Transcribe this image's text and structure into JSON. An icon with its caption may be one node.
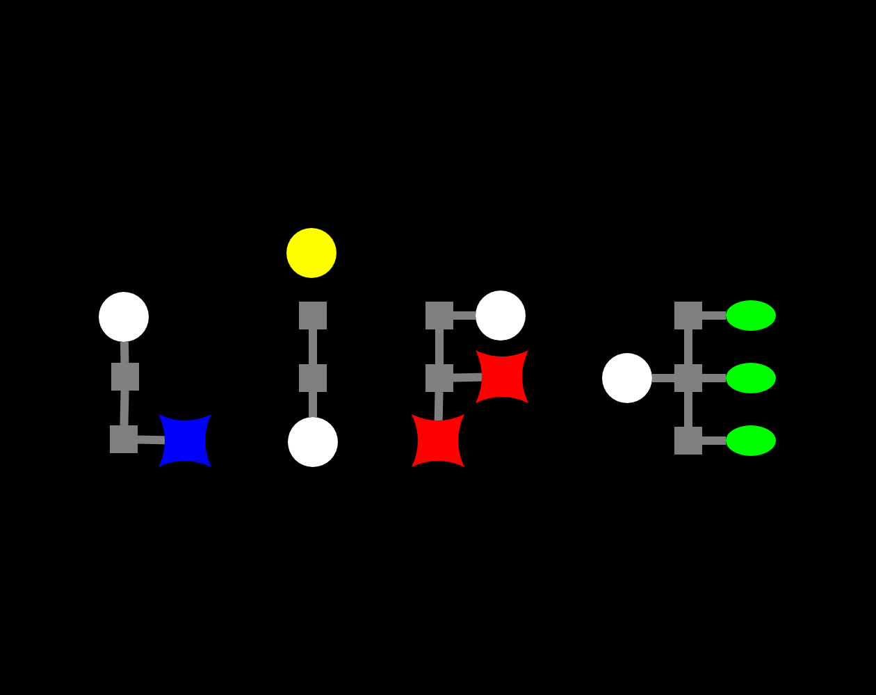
{
  "diagram": {
    "nodes": [
      {
        "text": [],
        "shape": "circle"
      },
      {
        "text": [],
        "shape": "box"
      },
      {
        "text": [],
        "shape": "box"
      },
      {
        "text": [],
        "shape": "star"
      },
      {
        "text": [],
        "shape": "circle"
      },
      {
        "text": [],
        "shape": "box"
      },
      {
        "text": [],
        "shape": "box"
      },
      {
        "text": [],
        "shape": "circle"
      },
      {
        "text": [],
        "shape": "box"
      },
      {
        "text": [],
        "shape": "circle"
      },
      {
        "text": [],
        "shape": "box"
      },
      {
        "text": [],
        "shape": "star"
      },
      {
        "text": [],
        "shape": "star"
      },
      {
        "text": [],
        "shape": "circle"
      },
      {
        "text": [],
        "shape": "box"
      },
      {
        "text": [],
        "shape": "box"
      },
      {
        "text": [],
        "shape": "box"
      },
      {
        "text": [],
        "shape": "ellipse"
      },
      {
        "text": [],
        "shape": "ellipse"
      },
      {
        "text": [],
        "shape": "ellipse"
      }
    ],
    "edges": [
      {
        "from": 0,
        "to": 1,
        "arrow": "none"
      },
      {
        "from": 1,
        "to": 2,
        "arrow": "none"
      },
      {
        "from": 2,
        "to": 3,
        "arrow": "none"
      },
      {
        "from": 5,
        "to": 6,
        "arrow": "none"
      },
      {
        "from": 6,
        "to": 7,
        "arrow": "none"
      },
      {
        "from": 8,
        "to": 9,
        "arrow": "none"
      },
      {
        "from": 8,
        "to": 10,
        "arrow": "none"
      },
      {
        "from": 10,
        "to": 11,
        "arrow": "none"
      },
      {
        "from": 10,
        "to": 12,
        "arrow": "none"
      },
      {
        "from": 13,
        "to": 15,
        "arrow": "none"
      },
      {
        "from": 14,
        "to": 15,
        "arrow": "none"
      },
      {
        "from": 15,
        "to": 16,
        "arrow": "none"
      },
      {
        "from": 14,
        "to": 17,
        "arrow": "none"
      },
      {
        "from": 15,
        "to": 18,
        "arrow": "none"
      },
      {
        "from": 16,
        "to": 19,
        "arrow": "none"
      }
    ]
  }
}
